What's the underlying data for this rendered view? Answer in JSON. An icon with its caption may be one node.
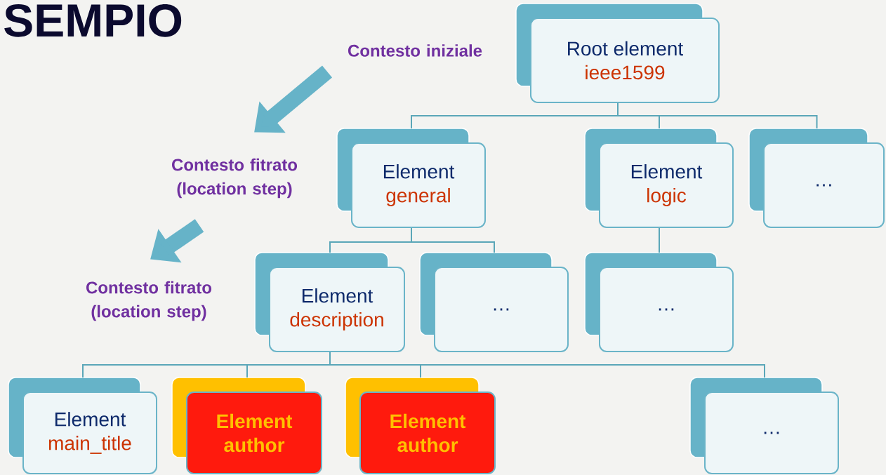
{
  "diagram": {
    "title": "SEMPIO",
    "nodes": [
      {
        "text": [
          "Root element",
          "ieee1599"
        ]
      },
      {
        "text": [
          "Element",
          "general"
        ]
      },
      {
        "text": [
          "Element",
          "logic"
        ]
      },
      {
        "text": [
          "…"
        ]
      },
      {
        "text": [
          "Element",
          "description"
        ]
      },
      {
        "text": [
          "…"
        ]
      },
      {
        "text": [
          "…"
        ]
      },
      {
        "text": [
          "Element",
          "main_title"
        ]
      },
      {
        "text": [
          "Element",
          "author"
        ]
      },
      {
        "text": [
          "Element",
          "author"
        ]
      },
      {
        "text": [
          "…"
        ]
      },
      {
        "text": [
          "Contesto iniziale"
        ]
      },
      {
        "text": [
          "Contesto fitrato (location step)"
        ]
      },
      {
        "text": [
          "Contesto fitrato (location step)"
        ]
      }
    ],
    "edges": [
      {
        "from": 0,
        "to": 1,
        "arrow": "none"
      },
      {
        "from": 0,
        "to": 2,
        "arrow": "none"
      },
      {
        "from": 0,
        "to": 3,
        "arrow": "none"
      },
      {
        "from": 1,
        "to": 4,
        "arrow": "none"
      },
      {
        "from": 1,
        "to": 5,
        "arrow": "none"
      },
      {
        "from": 2,
        "to": 6,
        "arrow": "none"
      },
      {
        "from": 4,
        "to": 7,
        "arrow": "none"
      },
      {
        "from": 4,
        "to": 8,
        "arrow": "none"
      },
      {
        "from": 4,
        "to": 9,
        "arrow": "none"
      },
      {
        "from": 4,
        "to": 10,
        "arrow": "none"
      },
      {
        "from": 11,
        "to": 12,
        "arrow": "to",
        "style": "thick",
        "color": "#66b3c8"
      },
      {
        "from": 12,
        "to": 13,
        "arrow": "to",
        "style": "thick",
        "color": "#66b3c8"
      }
    ]
  }
}
